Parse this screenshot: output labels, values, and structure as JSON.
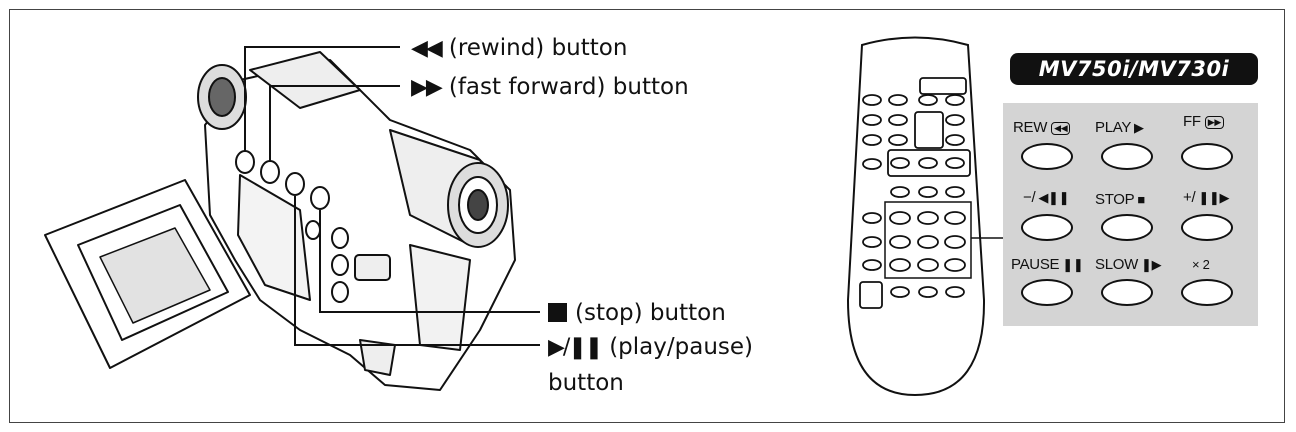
{
  "camcorder_callouts": {
    "rewind_symbol": "◀◀",
    "rewind_text": "(rewind) button",
    "ff_symbol": "▶▶",
    "ff_text": "(fast forward) button",
    "stop_text": "(stop) button",
    "playpause_symbol": "▶/❚❚",
    "playpause_text": "(play/pause)",
    "playpause_text2": "button"
  },
  "remote": {
    "model_label": "MV750i/MV730i",
    "keys": [
      {
        "label": "REW",
        "symbol": "◀◀"
      },
      {
        "label": "PLAY",
        "symbol": "▶"
      },
      {
        "label": "FF",
        "symbol": "▶▶"
      },
      {
        "label": "−/",
        "symbol": "◀❚❚"
      },
      {
        "label": "STOP",
        "symbol": "■"
      },
      {
        "label": "+/",
        "symbol": "❚❚▶"
      },
      {
        "label": "PAUSE",
        "symbol": "❚❚"
      },
      {
        "label": "SLOW",
        "symbol": "❚▶"
      },
      {
        "label": "",
        "symbol": "× 2"
      }
    ]
  }
}
